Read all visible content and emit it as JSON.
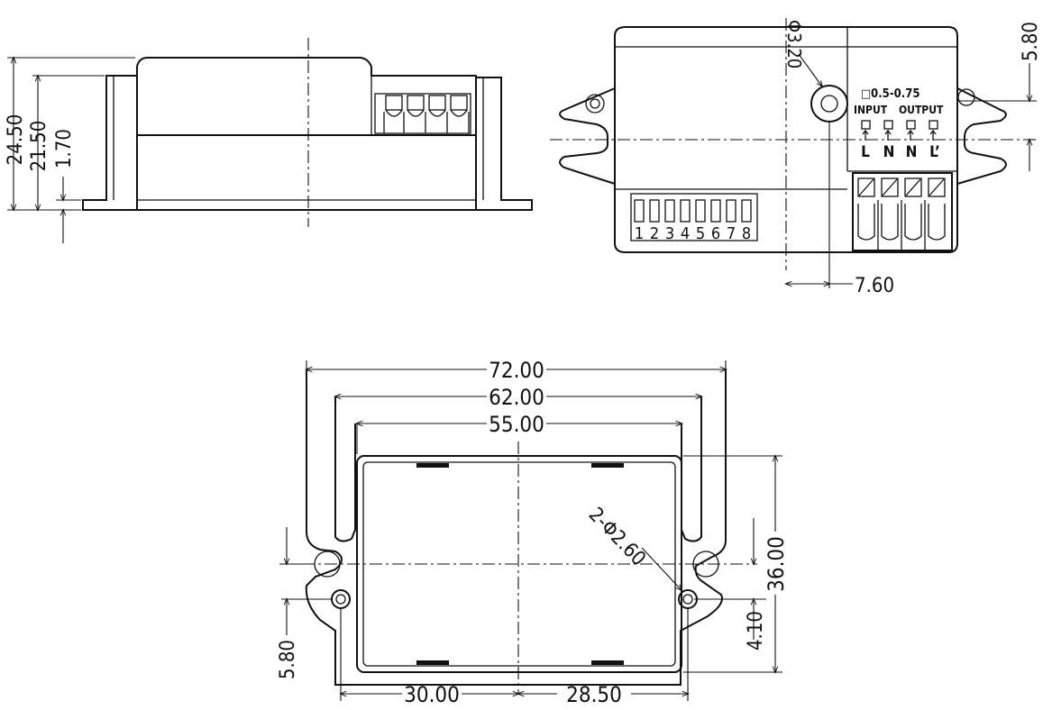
{
  "side_view": {
    "dims": {
      "overall_height": "24.50",
      "body_height": "21.50",
      "flange": "1.70"
    }
  },
  "top_view": {
    "dims": {
      "hole_dia": "Φ3.20",
      "tab_offset": "5.80",
      "hole_offset": "7.60"
    },
    "labels": {
      "wire_spec": "□0.5-0.75",
      "input": "INPUT",
      "output": "OUTPUT",
      "terminals": [
        "L",
        "N",
        "N",
        "L’"
      ],
      "dip_numbers": [
        "1",
        "2",
        "3",
        "4",
        "5",
        "6",
        "7",
        "8"
      ]
    }
  },
  "bottom_view": {
    "dims": {
      "overall_width": "72.00",
      "tab_width": "62.00",
      "body_width": "55.00",
      "mount_holes": "2-Φ2.60",
      "height": "36.00",
      "hole_height": "4.10",
      "left_offset": "5.80",
      "hole_left": "30.00",
      "hole_right": "28.50"
    }
  }
}
